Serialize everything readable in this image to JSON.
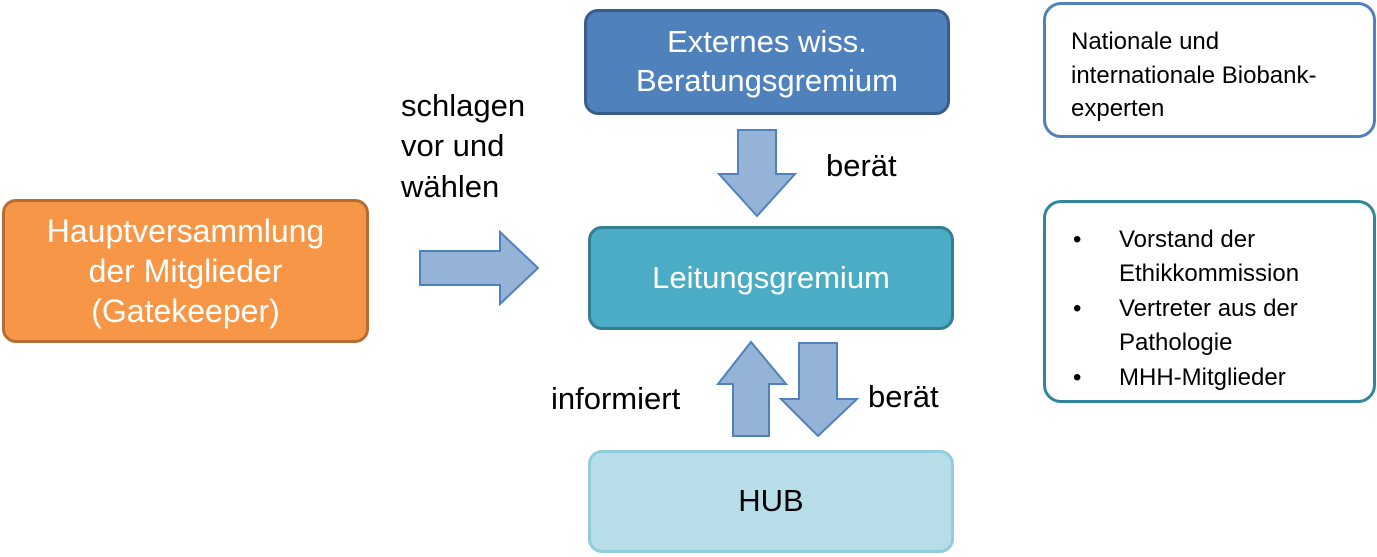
{
  "nodes": {
    "hauptversammlung": {
      "lines": [
        "Hauptversammlung",
        "der Mitglieder",
        "(Gatekeeper)"
      ]
    },
    "externes": {
      "lines": [
        "Externes wiss.",
        "Beratungsgremium"
      ]
    },
    "leitung": {
      "label": "Leitungsgremium"
    },
    "hub": {
      "label": "HUB"
    }
  },
  "side_boxes": {
    "experten": {
      "lines": [
        "Nationale und",
        "internationale Biobank-",
        "experten"
      ]
    },
    "mitglieder": {
      "bullet": "•",
      "items": [
        {
          "lines": [
            "Vorstand der",
            "Ethikkommission"
          ]
        },
        {
          "lines": [
            "Vertreter aus der",
            "Pathologie"
          ]
        },
        {
          "lines": [
            "MHH-Mitglieder"
          ]
        }
      ]
    }
  },
  "edge_labels": {
    "vorschlagen": {
      "lines": [
        "schlagen",
        "vor und",
        "wählen"
      ]
    },
    "beraet_oben": "berät",
    "informiert": "informiert",
    "beraet_unten": "berät"
  },
  "colors": {
    "orange": "#f79646",
    "blue": "#4f81bd",
    "teal": "#4bacc6",
    "light_blue": "#b7dee8",
    "arrow_fill": "#95b3d7",
    "arrow_stroke": "#4f81bd"
  }
}
